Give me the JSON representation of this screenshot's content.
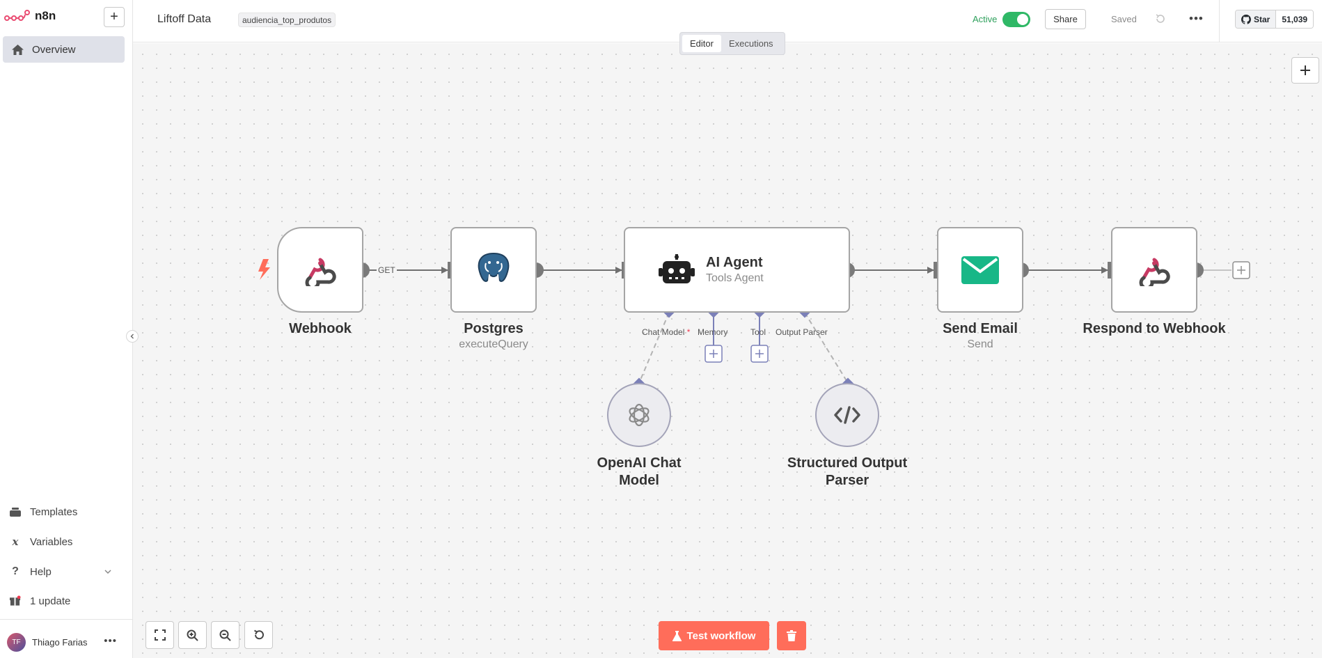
{
  "app": {
    "logo_text": "n8n",
    "new_button": "+"
  },
  "sidebar": {
    "overview_label": "Overview",
    "bottom_items": [
      {
        "label": "Templates",
        "icon": "templates-icon"
      },
      {
        "label": "Variables",
        "icon": "variables-icon"
      },
      {
        "label": "Help",
        "icon": "help-icon"
      },
      {
        "label": "1 update",
        "icon": "gift-icon"
      }
    ],
    "user": {
      "initials": "TF",
      "name": "Thiago Farias",
      "more": "•••"
    }
  },
  "header": {
    "workflow_name": "Liftoff Data",
    "tag": "audiencia_top_produtos",
    "active_label": "Active",
    "active": true,
    "share_label": "Share",
    "saved_label": "Saved",
    "more_label": "•••",
    "github": {
      "star_label": "Star",
      "star_count": "51,039"
    }
  },
  "mode_tabs": {
    "editor": "Editor",
    "executions": "Executions",
    "selected": "Editor"
  },
  "nodes": {
    "webhook": {
      "title": "Webhook",
      "icon": "webhook-icon"
    },
    "postgres": {
      "title": "Postgres",
      "subtitle": "executeQuery",
      "icon": "postgres-elephant-icon"
    },
    "ai_agent": {
      "title": "AI Agent",
      "subtitle": "Tools Agent",
      "icon": "robot-icon"
    },
    "send_email": {
      "title": "Send Email",
      "subtitle": "Send",
      "icon": "envelope-icon"
    },
    "respond": {
      "title": "Respond to Webhook",
      "icon": "webhook-icon"
    },
    "openai": {
      "title": "OpenAI Chat Model",
      "icon": "openai-icon"
    },
    "parser": {
      "title": "Structured Output Parser",
      "icon": "code-icon"
    }
  },
  "edges": {
    "webhook_method": "GET"
  },
  "agent_handles": {
    "chat_model": "Chat Model",
    "required_mark": "*",
    "memory": "Memory",
    "tool": "Tool",
    "output_parser": "Output Parser"
  },
  "bottom_bar": {
    "test_workflow": "Test workflow"
  },
  "colors": {
    "accent": "#ff6d5a",
    "active_green": "#2fb866",
    "sub_handle": "#7b80b8",
    "email_green": "#18b787"
  }
}
